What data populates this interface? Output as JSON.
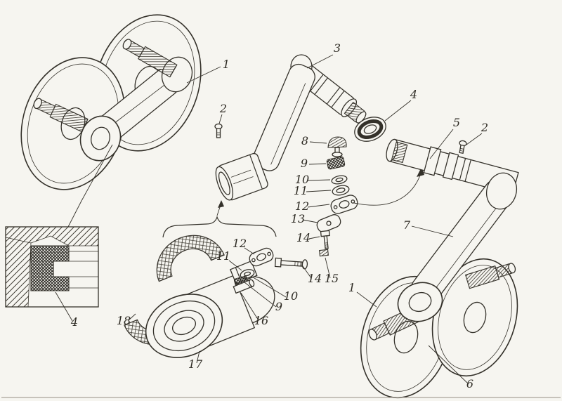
{
  "page": {
    "background": "#f6f5f0",
    "line_color": "#34312a"
  },
  "callouts": [
    {
      "label": "1"
    },
    {
      "label": "2"
    },
    {
      "label": "3"
    },
    {
      "label": "4"
    },
    {
      "label": "5"
    },
    {
      "label": "2"
    },
    {
      "label": "8"
    },
    {
      "label": "9"
    },
    {
      "label": "10"
    },
    {
      "label": "11"
    },
    {
      "label": "12"
    },
    {
      "label": "13"
    },
    {
      "label": "14"
    },
    {
      "label": "7"
    },
    {
      "label": "12"
    },
    {
      "label": "11"
    },
    {
      "label": "14"
    },
    {
      "label": "15"
    },
    {
      "label": "10"
    },
    {
      "label": "9"
    },
    {
      "label": "16"
    },
    {
      "label": "18"
    },
    {
      "label": "4"
    },
    {
      "label": "17"
    },
    {
      "label": "1"
    },
    {
      "label": "6"
    }
  ]
}
